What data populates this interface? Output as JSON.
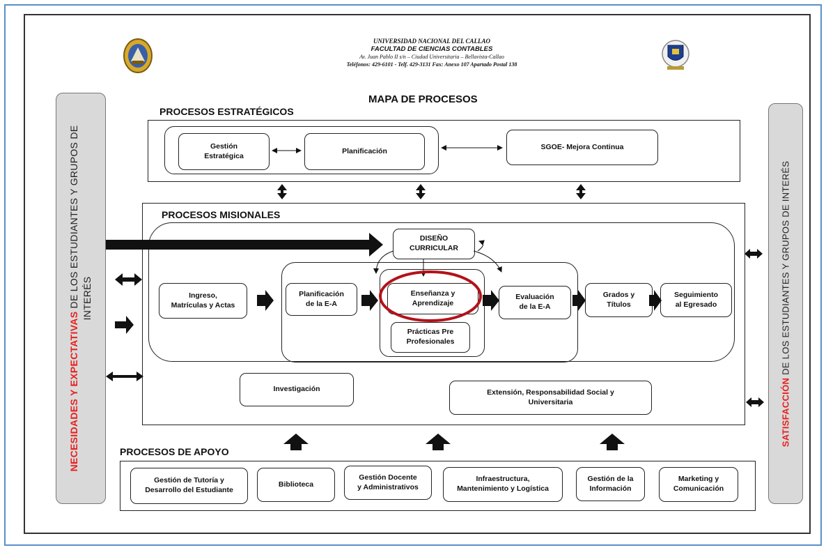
{
  "header": {
    "university": "UNIVERSIDAD NACIONAL DEL CALLAO",
    "faculty": "FACULTAD DE CIENCIAS CONTABLES",
    "address": "Av. Juan Pablo II s/n – Ciudad Universitaria – Bellavista-Callao",
    "phones": "Teléfonos: 429-6101 - Telf. 429-3131 Fax: Anexo 107 Apartado Postal 138"
  },
  "map_title": "MAPA DE PROCESOS",
  "left_bar": {
    "highlight": "NECESIDADES Y EXPECTATIVAS",
    "line1_rest": " DE LOS ESTUDIANTES Y GRUPOS DE",
    "line2": "INTERÉS"
  },
  "right_bar": {
    "highlight": "SATISFACCIÓN",
    "rest": " DE LOS ESTUDIANTES Y GRUPOS DE INTERÉS"
  },
  "strategic": {
    "title": "PROCESOS ESTRATÉGICOS",
    "gestion": "Gestión\nEstratégica",
    "planificacion": "Planificación",
    "sgoe": "SGOE- Mejora Continua"
  },
  "missional": {
    "title": "PROCESOS MISIONALES",
    "diseno": "DISEÑO\nCURRICULAR",
    "ingreso": "Ingreso,\nMatrículas y Actas",
    "planif_ea": "Planificación\nde la E-A",
    "ensenanza": "Enseñanza y\nAprendizaje",
    "practicas": "Prácticas Pre\nProfesionales",
    "evaluacion": "Evaluación\nde la E-A",
    "grados": "Grados y\nTítulos",
    "seguimiento": "Seguimiento\nal Egresado",
    "investigacion": "Investigación",
    "extension": "Extensión, Responsabilidad Social y\nUniversitaria"
  },
  "support": {
    "title": "PROCESOS DE APOYO",
    "tutoria": "Gestión de Tutoría y\nDesarrollo del Estudiante",
    "biblioteca": "Biblioteca",
    "docente": "Gestión Docente\ny Administrativos",
    "infraestructura": "Infraestructura,\nMantenimiento y Logística",
    "informacion": "Gestión de la\nInformación",
    "marketing": "Marketing y\nComunicación"
  },
  "colors": {
    "frame": "#5b8fc9",
    "highlight_ring": "#b3121a",
    "accent_red": "#e8201e",
    "side_bar": "#d9d9d9"
  }
}
